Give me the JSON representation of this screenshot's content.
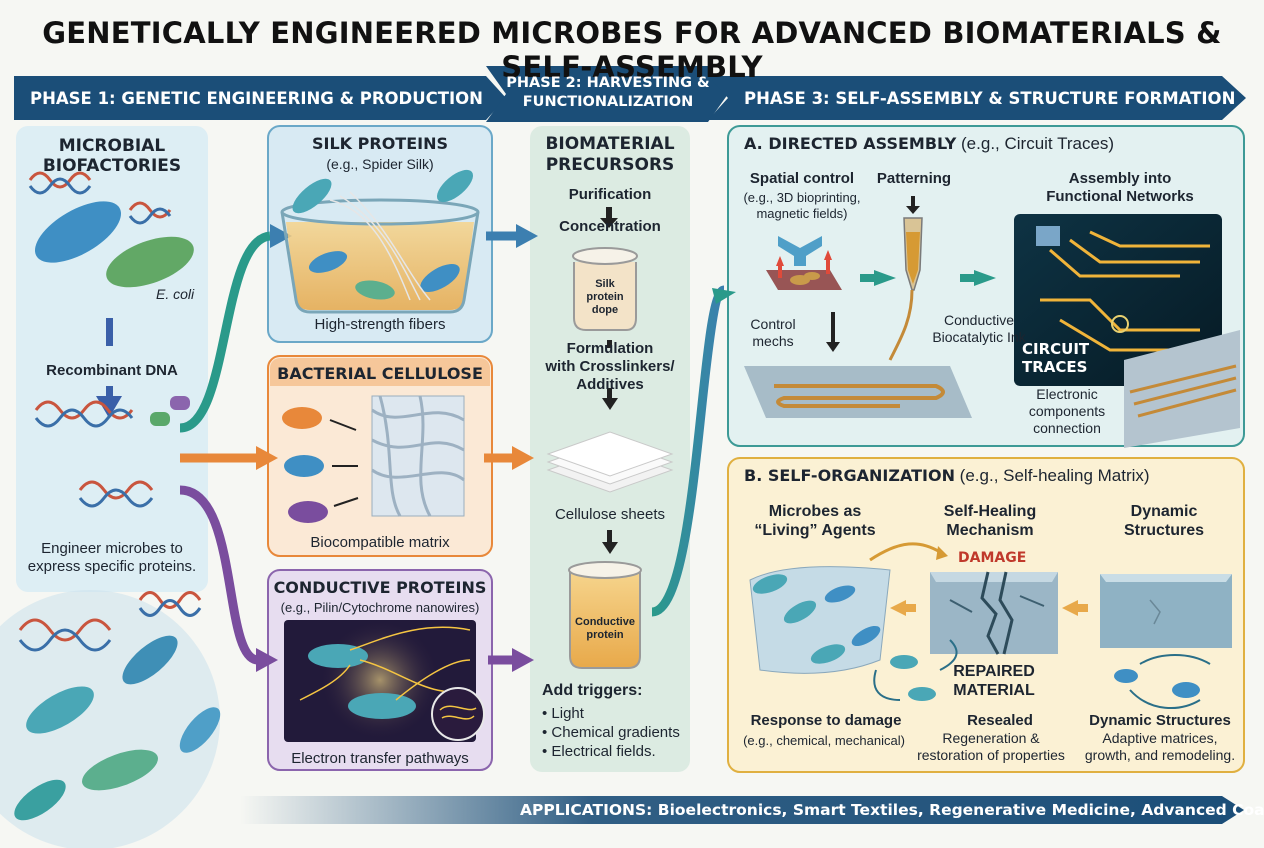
{
  "title": "GENETICALLY ENGINEERED MICROBES FOR ADVANCED BIOMATERIALS & SELF-ASSEMBLY",
  "phases": {
    "phase1": "PHASE 1: GENETIC ENGINEERING & PRODUCTION",
    "phase2_line1": "PHASE 2: HARVESTING &",
    "phase2_line2": "FUNCTIONALIZATION",
    "phase3": "PHASE 3: SELF-ASSEMBLY & STRUCTURE FORMATION"
  },
  "biofactories": {
    "title_line1": "MICROBIAL",
    "title_line2": "BIOFACTORIES",
    "ecoli": "E. coli",
    "recombinant": "Recombinant DNA",
    "caption_line1": "Engineer microbes to",
    "caption_line2": "express specific proteins."
  },
  "silk": {
    "title": "SILK PROTEINS",
    "subtitle": "(e.g., Spider Silk)",
    "caption": "High-strength fibers"
  },
  "cellulose": {
    "title": "BACTERIAL CELLULOSE",
    "caption": "Biocompatible matrix"
  },
  "conductive": {
    "title": "CONDUCTIVE PROTEINS",
    "subtitle": "(e.g., Pilin/Cytochrome nanowires)",
    "caption": "Electron transfer pathways"
  },
  "precursors": {
    "title_line1": "BIOMATERIAL",
    "title_line2": "PRECURSORS",
    "purification": "Purification",
    "concentration": "Concentration",
    "beaker1_line1": "Silk",
    "beaker1_line2": "protein",
    "beaker1_line3": "dope",
    "formulation_line1": "Formulation",
    "formulation_line2": "with Crosslinkers/",
    "formulation_line3": "Additives",
    "sheets": "Cellulose sheets",
    "beaker2_line1": "Conductive",
    "beaker2_line2": "protein",
    "triggers_title": "Add triggers:",
    "triggers": [
      "• Light",
      "• Chemical gradients",
      "• Electrical fields."
    ]
  },
  "directed": {
    "title_bold": "A. DIRECTED ASSEMBLY",
    "title_rest": " (e.g., Circuit Traces)",
    "spatial_title": "Spatial control",
    "spatial_line1": "(e.g., 3D bioprinting,",
    "spatial_line2": "magnetic fields)",
    "control_line1": "Control",
    "control_line2": "mechs",
    "patterning": "Patterning",
    "ink_line1": "Conductive",
    "ink_line2": "Biocatalytic Ink",
    "assembly_line1": "Assembly into",
    "assembly_line2": "Functional Networks",
    "circuit_line1": "CIRCUIT",
    "circuit_line2": "TRACES",
    "electronic_line1": "Electronic",
    "electronic_line2": "components",
    "electronic_line3": "connection"
  },
  "selforg": {
    "title_bold": "B. SELF-ORGANIZATION",
    "title_rest": " (e.g., Self-healing Matrix)",
    "microbes_line1": "Microbes as",
    "microbes_line2": "“Living” Agents",
    "healing_line1": "Self-Healing",
    "healing_line2": "Mechanism",
    "damage": "DAMAGE",
    "repaired_line1": "REPAIRED",
    "repaired_line2": "MATERIAL",
    "dynamic_title_line1": "Dynamic",
    "dynamic_title_line2": "Structures",
    "response_title": "Response to damage",
    "response_sub": "(e.g., chemical, mechanical)",
    "resealed_title": "Resealed",
    "resealed_line1": "Regeneration &",
    "resealed_line2": "restoration of properties",
    "dyn_title": "Dynamic Structures",
    "dyn_line1": "Adaptive matrices,",
    "dyn_line2": "growth, and remodeling."
  },
  "applications": "APPLICATIONS: Bioelectronics, Smart Textiles, Regenerative Medicine, Advanced Coatings",
  "colors": {
    "phase_dark": "#1b4e78",
    "teal": "#2a9a8a",
    "orange": "#e8883a",
    "purple": "#7a4d9e",
    "gold": "#e6b43a"
  }
}
